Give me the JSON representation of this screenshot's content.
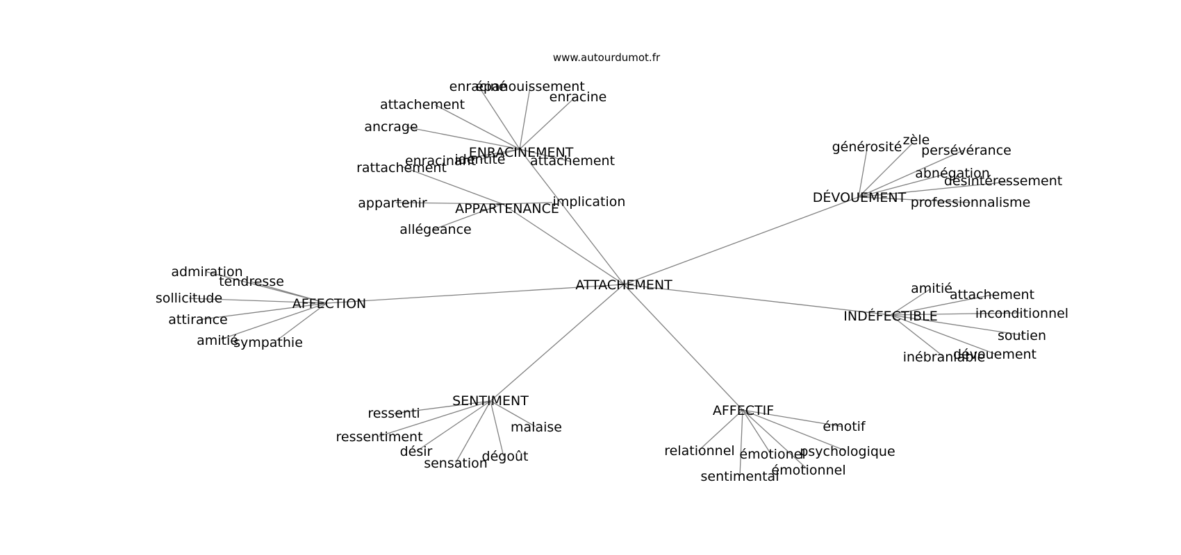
{
  "source_text": "www.autourdumot.fr",
  "colors": {
    "edge": "#808080",
    "text": "#000000",
    "background": "#ffffff"
  },
  "root": "ATTACHEMENT",
  "groups": [
    {
      "key": "enracinement",
      "label": "ENRACINEMENT",
      "leaves": [
        "enraciné",
        "épanouissement",
        "enracine",
        "attachement",
        "ancrage",
        "enracinant",
        "identité",
        "attachement"
      ]
    },
    {
      "key": "appartenance",
      "label": "APPARTENANCE",
      "leaves": [
        "rattachement",
        "appartenir",
        "allégeance",
        "implication"
      ]
    },
    {
      "key": "devouement",
      "label": "DÉVOUEMENT",
      "leaves": [
        "générosité",
        "zèle",
        "persévérance",
        "abnégation",
        "désintéressement",
        "professionnalisme"
      ]
    },
    {
      "key": "affection",
      "label": "AFFECTION",
      "leaves": [
        "admiration",
        "tendresse",
        "sollicitude",
        "attirance",
        "amitié",
        "sympathie"
      ]
    },
    {
      "key": "indefectible",
      "label": "INDÉFECTIBLE",
      "leaves": [
        "amitié",
        "attachement",
        "inconditionnel",
        "soutien",
        "dévouement",
        "inébranlable"
      ]
    },
    {
      "key": "sentiment",
      "label": "SENTIMENT",
      "leaves": [
        "ressenti",
        "ressentiment",
        "désir",
        "sensation",
        "dégoût",
        "malaise"
      ]
    },
    {
      "key": "affectif",
      "label": "AFFECTIF",
      "leaves": [
        "relationnel",
        "émotionel",
        "sentimental",
        "émotionnel",
        "psychologique",
        "émotif"
      ]
    }
  ]
}
